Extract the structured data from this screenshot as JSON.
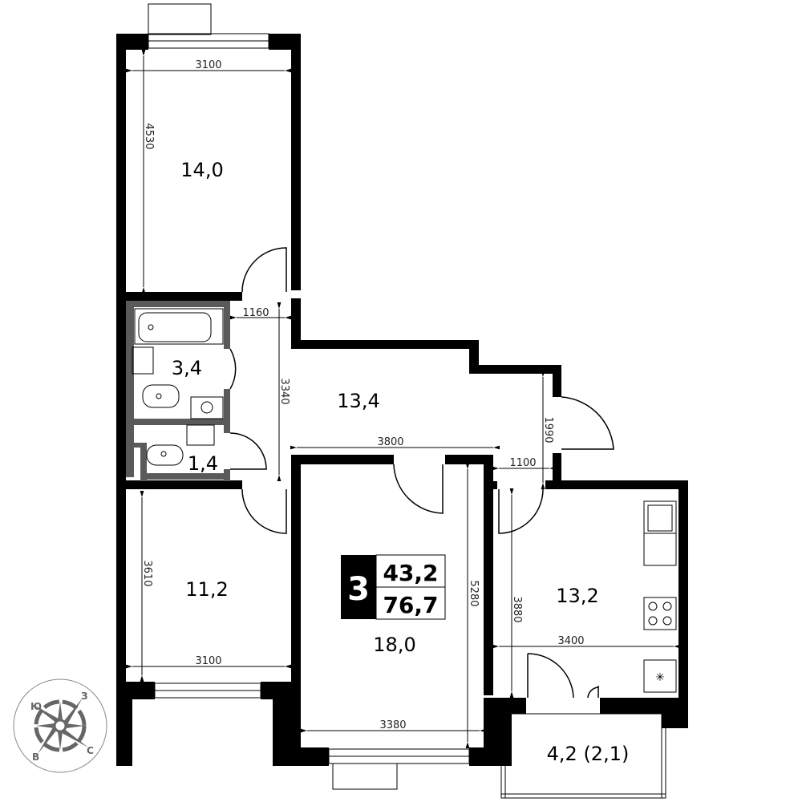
{
  "rooms": {
    "bedroom_top": "14,0",
    "bathroom": "3,4",
    "toilet": "1,4",
    "hall": "13,4",
    "bedroom_bottom": "11,2",
    "living": "18,0",
    "kitchen": "13,2",
    "balcony": "4,2 (2,1)"
  },
  "dimensions": {
    "bedroom_top_width": "3100",
    "bedroom_top_length": "4530",
    "hall_small": "1160",
    "hall_length": "3340",
    "hall_width": "3800",
    "entry_length": "1990",
    "entry_width": "1100",
    "bedroom_bottom_length": "3610",
    "bedroom_bottom_width": "3100",
    "living_length": "5280",
    "living_width": "3380",
    "kitchen_length": "3880",
    "kitchen_width": "3400"
  },
  "summary": {
    "rooms_count": "3",
    "living_area": "43,2",
    "total_area": "76,7"
  },
  "compass": {
    "north": "С",
    "south": "Ю",
    "east": "В",
    "west": "З"
  }
}
